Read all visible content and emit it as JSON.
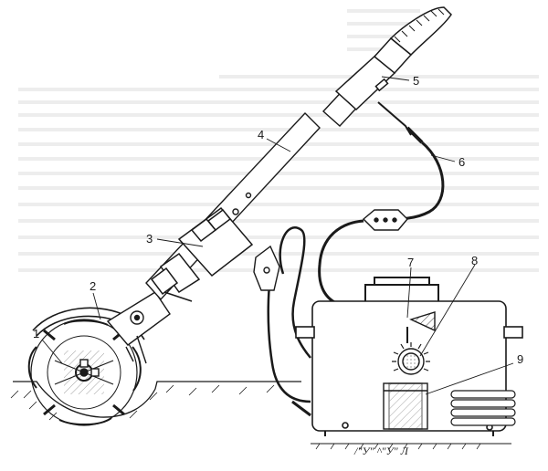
{
  "callouts": [
    {
      "id": "1",
      "label": "1"
    },
    {
      "id": "2",
      "label": "2"
    },
    {
      "id": "3",
      "label": "3"
    },
    {
      "id": "4",
      "label": "4"
    },
    {
      "id": "5",
      "label": "5"
    },
    {
      "id": "6",
      "label": "6"
    },
    {
      "id": "7",
      "label": "7"
    },
    {
      "id": "8",
      "label": "8"
    },
    {
      "id": "9",
      "label": "9"
    }
  ],
  "bottom_text": "/\"У\" ^\"У\" Л",
  "colors": {
    "ink": "#1a1a1a",
    "paper": "#ffffff",
    "faint": "#b9b9b9"
  }
}
